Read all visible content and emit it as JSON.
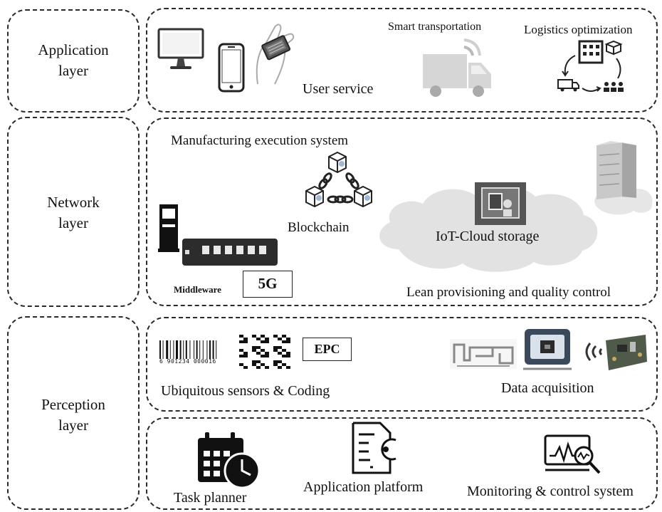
{
  "layers": {
    "application": {
      "line1": "Application",
      "line2": "layer"
    },
    "network": {
      "line1": "Network",
      "line2": "layer"
    },
    "perception": {
      "line1": "Perception",
      "line2": "layer"
    }
  },
  "application": {
    "user_service": "User service",
    "smart_transportation": "Smart transportation",
    "logistics_optimization": "Logistics optimization"
  },
  "network": {
    "mes": "Manufacturing execution system",
    "blockchain": "Blockchain",
    "iot_cloud": "IoT-Cloud storage",
    "middleware": "Middleware",
    "fiveg": "5G",
    "lean": "Lean provisioning and quality control"
  },
  "perception": {
    "barcode_number": "6 901234 000016",
    "epc": "EPC",
    "ubiquitous": "Ubiquitous sensors & Coding",
    "data_acquisition": "Data acquisition",
    "task_planner": "Task planner",
    "application_platform": "Application platform",
    "monitoring": "Monitoring & control system"
  }
}
